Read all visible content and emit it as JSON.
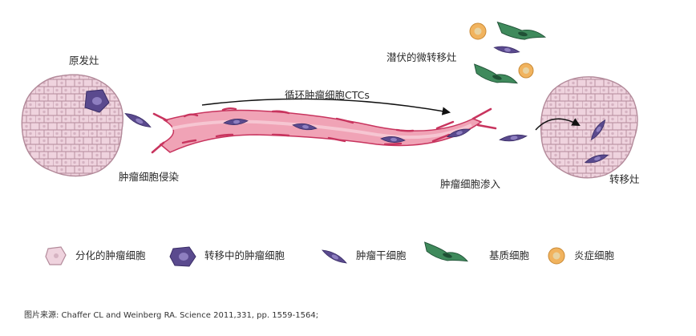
{
  "labels": {
    "primary_tumor": "原发灶",
    "invasion": "肿瘤细胞侵染",
    "ctc": "循环肿瘤细胞CTCs",
    "micrometastasis": "潜伏的微转移灶",
    "intravasation": "肿瘤细胞渗入",
    "metastasis": "转移灶"
  },
  "legend": [
    {
      "icon": "differentiated-cell-icon",
      "label": "分化的肿瘤细胞"
    },
    {
      "icon": "transitioning-cell-icon",
      "label": "转移中的肿瘤细胞"
    },
    {
      "icon": "stem-cell-icon",
      "label": "肿瘤干细胞"
    },
    {
      "icon": "stromal-cell-icon",
      "label": "基质细胞"
    },
    {
      "icon": "inflammatory-cell-icon",
      "label": "炎症细胞"
    }
  ],
  "source": "图片来源: Chaffer CL and Weinberg RA. Science 2011,331, pp. 1559-1564;",
  "colors": {
    "differentiated_fill": "#efd3de",
    "differentiated_stroke": "#b38a9a",
    "tumor_purple": "#5a4a8e",
    "tumor_purple_light": "#8e7fc0",
    "vessel_pink": "#f0a3b6",
    "vessel_red": "#c8345e",
    "stromal_green": "#3f8a5c",
    "stromal_dark": "#1f5035",
    "inflammatory_orange": "#f1b35e",
    "inflammatory_core": "#e8d2a0"
  }
}
